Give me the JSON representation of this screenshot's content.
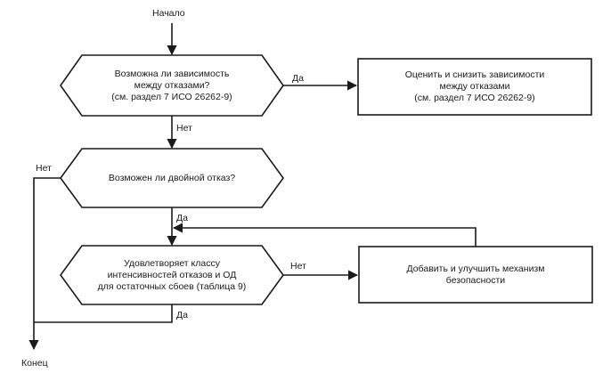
{
  "start_label": "Начало",
  "end_label": "Конец",
  "decision1": {
    "line1": "Возможна ли зависимость",
    "line2": "между отказами?",
    "line3": "(см. раздел 7 ИСО 26262-9)",
    "yes_label": "Да",
    "no_label": "Нет"
  },
  "action1": {
    "line1": "Оценить и снизить зависимости",
    "line2": "между отказами",
    "line3": "(см. раздел 7 ИСО 26262-9)"
  },
  "decision2": {
    "line1": "Возможен ли двойной отказ?",
    "yes_label": "Да",
    "no_label": "Нет"
  },
  "decision3": {
    "line1": "Удовлетворяет классу",
    "line2": "интенсивностей отказов и ОД",
    "line3": "для остаточных сбоев (таблица 9)",
    "yes_label": "Да",
    "no_label": "Нет"
  },
  "action2": {
    "line1": "Добавить и улучшить механизм",
    "line2": "безопасности"
  }
}
